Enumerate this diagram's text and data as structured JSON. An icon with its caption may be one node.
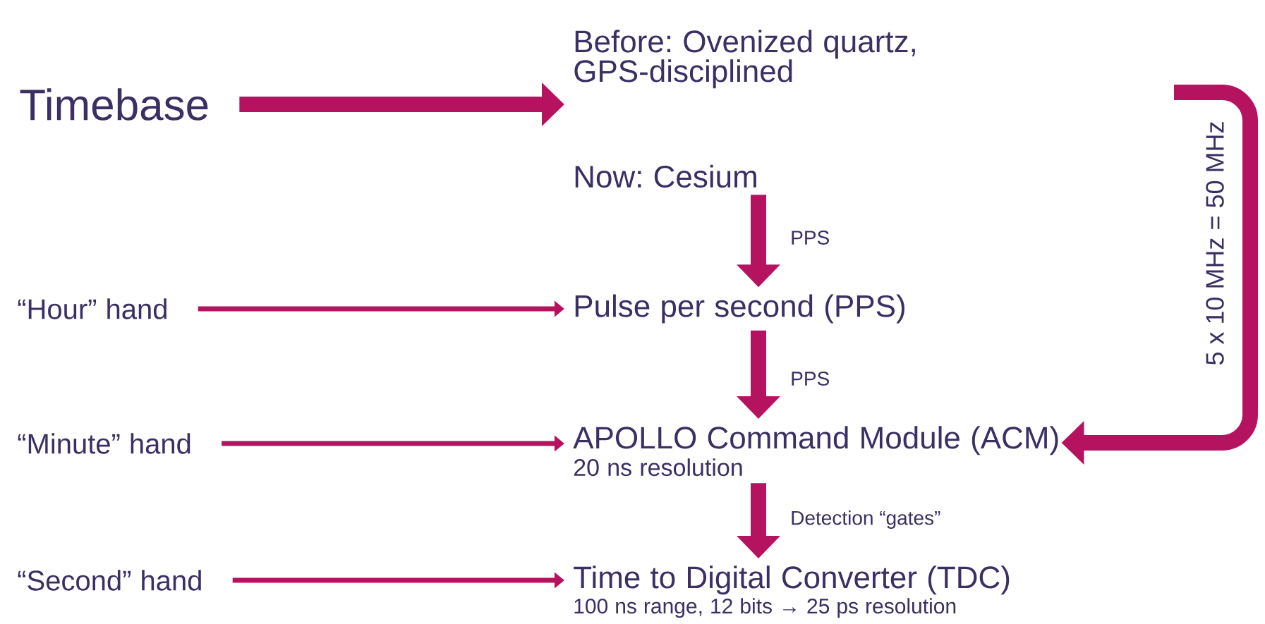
{
  "diagram": {
    "nodes": [
      {
        "text": [
          "Timebase"
        ]
      },
      {
        "text": [
          "Before: Ovenized quartz, GPS-disciplined"
        ]
      },
      {
        "text": [
          "Now: Cesium"
        ]
      },
      {
        "text": [
          "Pulse per second (PPS)"
        ]
      },
      {
        "text": [
          "“Hour” hand"
        ]
      },
      {
        "text": [
          "“Minute” hand"
        ]
      },
      {
        "text": [
          "APOLLO Command Module (ACM)",
          "20 ns resolution"
        ]
      },
      {
        "text": [
          "“Second” hand"
        ]
      },
      {
        "text": [
          "Time to Digital Converter (TDC)",
          "100 ns range, 12 bits → 25 ps resolution"
        ]
      }
    ],
    "edges": [
      {
        "from": 0,
        "to": 1,
        "arrow": "to"
      },
      {
        "from": 2,
        "to": 3,
        "arrow": "to",
        "label": "PPS"
      },
      {
        "from": 4,
        "to": 3,
        "arrow": "to"
      },
      {
        "from": 3,
        "to": 6,
        "arrow": "to",
        "label": "PPS"
      },
      {
        "from": 5,
        "to": 6,
        "arrow": "to"
      },
      {
        "from": 6,
        "to": 8,
        "arrow": "to",
        "label": "Detection “gates”"
      },
      {
        "from": 7,
        "to": 8,
        "arrow": "to"
      },
      {
        "from": null,
        "to": 6,
        "arrow": "to",
        "label": "5 x 10 MHz = 50 MHz"
      }
    ]
  }
}
